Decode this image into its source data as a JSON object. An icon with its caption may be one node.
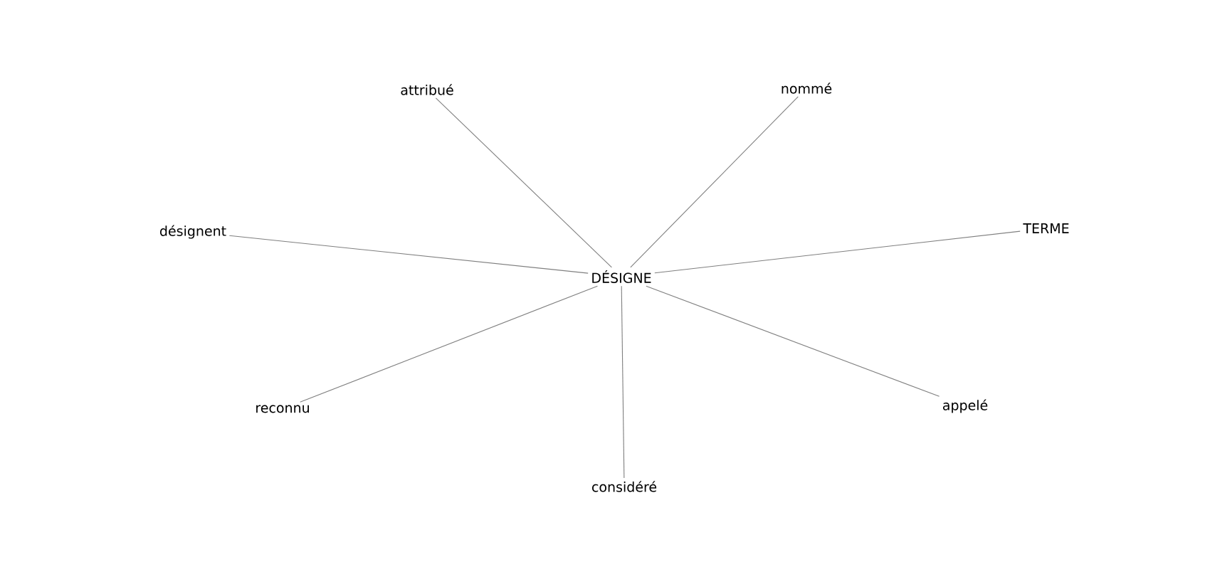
{
  "diagram": {
    "nodes": [
      {
        "text": [
          "attribué"
        ]
      },
      {
        "text": [
          "nommé"
        ]
      },
      {
        "text": [
          "désignent"
        ]
      },
      {
        "text": [
          "TERME"
        ]
      },
      {
        "text": [
          "DÉSIGNE"
        ]
      },
      {
        "text": [
          "reconnu"
        ]
      },
      {
        "text": [
          "appelé"
        ]
      },
      {
        "text": [
          "considéré"
        ]
      }
    ],
    "edges": [
      {
        "from": 4,
        "to": 0,
        "arrow": "none"
      },
      {
        "from": 4,
        "to": 1,
        "arrow": "none"
      },
      {
        "from": 4,
        "to": 2,
        "arrow": "none"
      },
      {
        "from": 4,
        "to": 3,
        "arrow": "none"
      },
      {
        "from": 4,
        "to": 5,
        "arrow": "none"
      },
      {
        "from": 4,
        "to": 6,
        "arrow": "none"
      },
      {
        "from": 4,
        "to": 7,
        "arrow": "none"
      }
    ]
  }
}
